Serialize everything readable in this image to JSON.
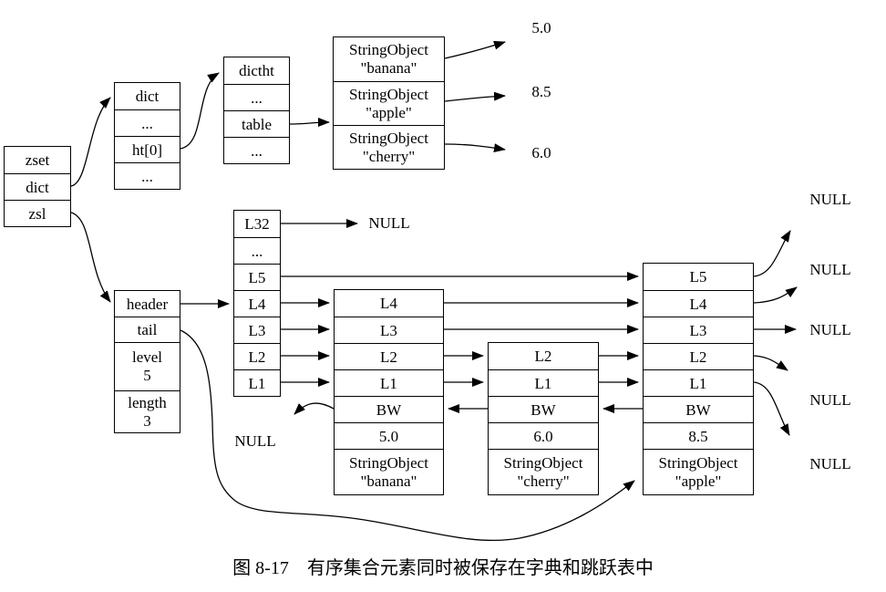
{
  "figure": {
    "caption": "图 8-17　有序集合元素同时被保存在字典和跳跃表中"
  },
  "zset_box": {
    "rows": [
      "zset",
      "dict",
      "zsl"
    ]
  },
  "dict_box": {
    "rows": [
      "dict",
      "...",
      "ht[0]",
      "..."
    ]
  },
  "dictht_box": {
    "rows": [
      "dictht",
      "...",
      "table",
      "..."
    ]
  },
  "members_box": {
    "rows": [
      {
        "line1": "StringObject",
        "line2": "\"banana\""
      },
      {
        "line1": "StringObject",
        "line2": "\"apple\""
      },
      {
        "line1": "StringObject",
        "line2": "\"cherry\""
      }
    ]
  },
  "scores": {
    "banana": "5.0",
    "apple": "8.5",
    "cherry": "6.0"
  },
  "skiplist": {
    "header_box": {
      "rows": [
        {
          "line1": "header",
          "line2": ""
        },
        {
          "line1": "tail",
          "line2": ""
        },
        {
          "line1": "level",
          "line2": "5"
        },
        {
          "line1": "length",
          "line2": "3"
        }
      ]
    },
    "level_column": {
      "rows": [
        "L32",
        "...",
        "L5",
        "L4",
        "L3",
        "L2",
        "L1"
      ]
    },
    "null_top": "NULL",
    "null_bw": "NULL",
    "null_right": [
      "NULL",
      "NULL",
      "NULL",
      "NULL",
      "NULL"
    ],
    "nodes": {
      "banana": {
        "levels": [
          "L4",
          "L3",
          "L2",
          "L1"
        ],
        "bw": "BW",
        "score": "5.0",
        "obj_line1": "StringObject",
        "obj_line2": "\"banana\""
      },
      "cherry": {
        "levels": [
          "L2",
          "L1"
        ],
        "bw": "BW",
        "score": "6.0",
        "obj_line1": "StringObject",
        "obj_line2": "\"cherry\""
      },
      "apple": {
        "levels": [
          "L5",
          "L4",
          "L3",
          "L2",
          "L1"
        ],
        "bw": "BW",
        "score": "8.5",
        "obj_line1": "StringObject",
        "obj_line2": "\"apple\""
      }
    }
  }
}
